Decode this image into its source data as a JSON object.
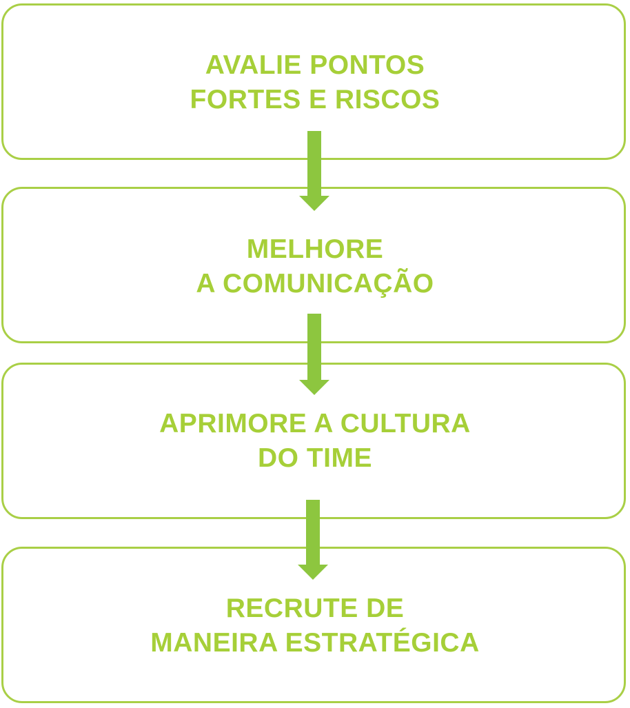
{
  "colors": {
    "border": "#a9cf46",
    "text": "#a6cf38",
    "arrow": "#8dc63f",
    "background": "#ffffff"
  },
  "steps": [
    {
      "line1": "AVALIE PONTOS",
      "line2": "FORTES E RISCOS"
    },
    {
      "line1": "MELHORE",
      "line2": "A COMUNICAÇÃO"
    },
    {
      "line1": "APRIMORE A CULTURA",
      "line2": "DO TIME"
    },
    {
      "line1": "RECRUTE DE",
      "line2": "MANEIRA ESTRATÉGICA"
    }
  ]
}
